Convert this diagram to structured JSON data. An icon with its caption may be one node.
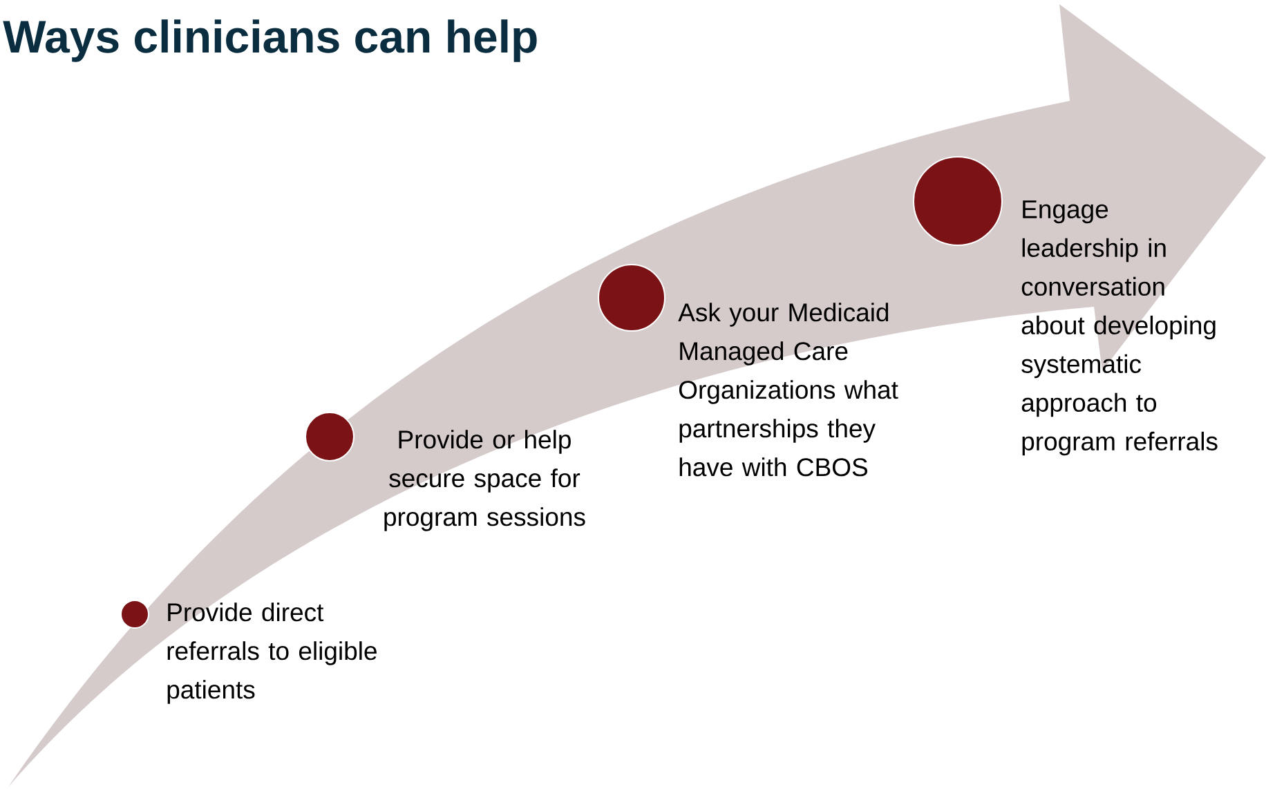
{
  "diagram": {
    "title": "Ways clinicians can help",
    "nodes": [
      {
        "text": [],
        "shape": "circle",
        "beside": [
          "Provide direct referrals to eligible patients"
        ]
      },
      {
        "text": [],
        "shape": "circle",
        "beside": [
          "Provide or help secure space for program sessions"
        ]
      },
      {
        "text": [],
        "shape": "circle",
        "beside": [
          "Ask your Medicaid Managed Care Organizations what partnerships they have with CBOS"
        ]
      },
      {
        "text": [],
        "shape": "circle",
        "beside": [
          "Engage leadership in conversation about developing systematic approach to program referrals"
        ]
      }
    ]
  }
}
